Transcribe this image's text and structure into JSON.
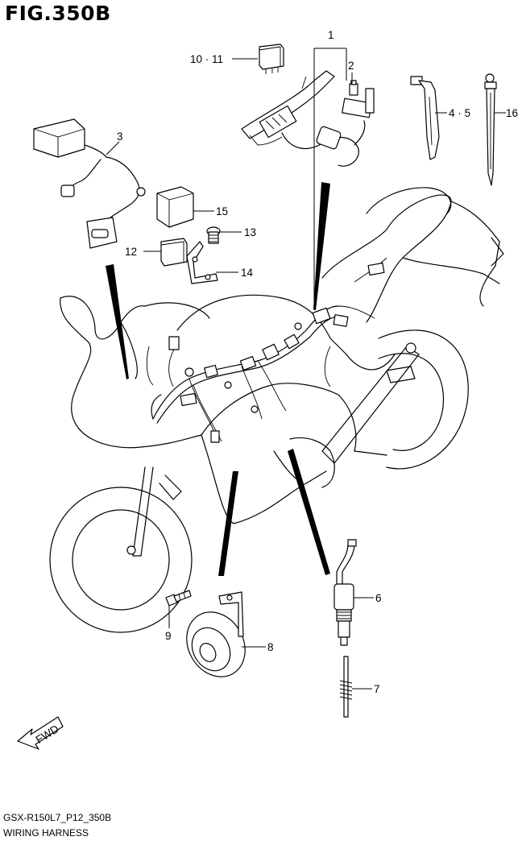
{
  "figure": {
    "title": "FIG.350B",
    "code": "GSX-R150L7_P12_350B",
    "name": "WIRING HARNESS",
    "fwd_label": "FWD"
  },
  "callouts": {
    "c1": "1",
    "c2": "2",
    "c3": "3",
    "c45": "4 · 5",
    "c6": "6",
    "c7": "7",
    "c8": "8",
    "c9": "9",
    "c1011": "10 · 11",
    "c12": "12",
    "c13": "13",
    "c14": "14",
    "c15": "15",
    "c16": "16"
  }
}
